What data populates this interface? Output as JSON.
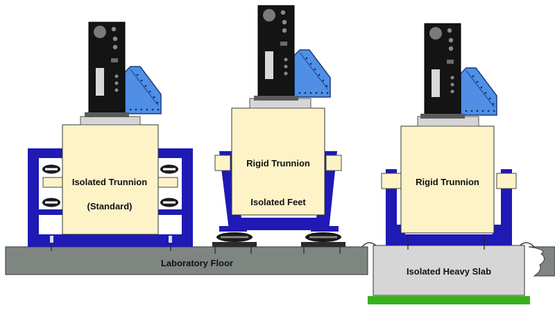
{
  "labels": {
    "isolated_trunnion": "Isolated Trunnion",
    "standard": "(Standard)",
    "rigid_trunnion_center": "Rigid Trunnion",
    "isolated_feet": "Isolated Feet",
    "rigid_trunnion_right": "Rigid Trunnion",
    "laboratory_floor": "Laboratory Floor",
    "isolated_heavy_slab": "Isolated Heavy Slab"
  },
  "colors": {
    "frame_blue": "#1f1ab4",
    "body_cream": "#fdf3c7",
    "electronics_black": "#141414",
    "bracket_blue": "#4f8fe6",
    "floor_gray": "#7f8682",
    "slab_gray": "#d6d6d6",
    "green_base": "#39b11b",
    "mount_black": "#1a1a1a"
  },
  "icons": {
    "shaker_electronics": "shaker-head-icon",
    "isolator": "isolator-mount-icon",
    "foot_isolator": "rubber-foot-icon"
  }
}
